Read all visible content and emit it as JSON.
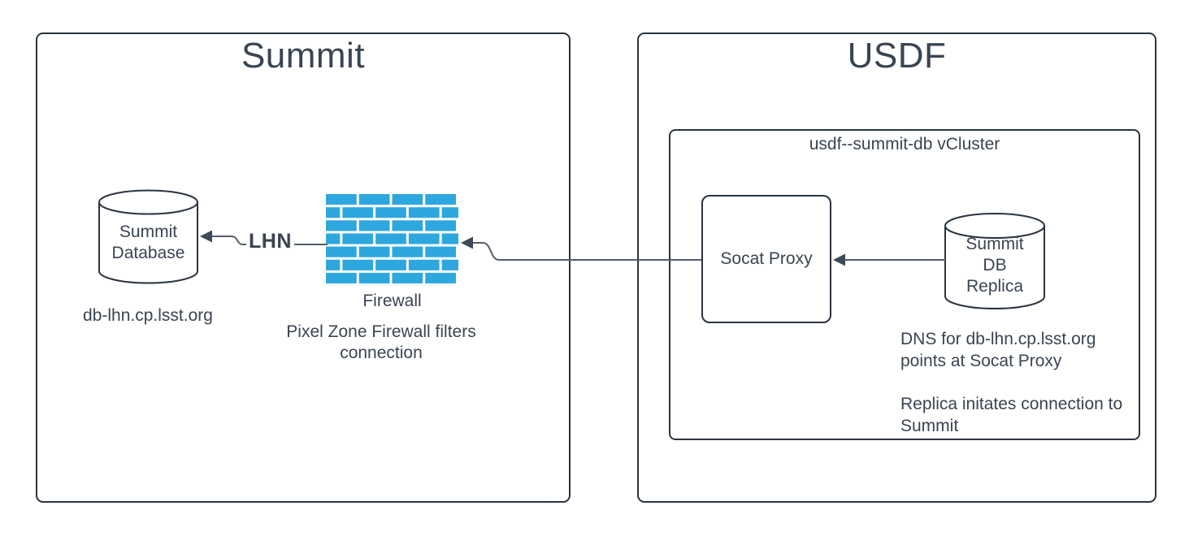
{
  "summit": {
    "title": "Summit",
    "database": {
      "label_lines": [
        "Summit",
        "Database"
      ],
      "hostname": "db-lhn.cp.lsst.org"
    },
    "firewall": {
      "label": "Firewall",
      "caption_lines": [
        "Pixel Zone Firewall filters",
        "connection"
      ]
    },
    "lhn_link_label": "LHN"
  },
  "usdf": {
    "title": "USDF",
    "vcluster": {
      "label": "usdf--summit-db vCluster",
      "socat_proxy": {
        "label": "Socat Proxy"
      },
      "replica_db": {
        "label_lines": [
          "Summit",
          "DB",
          "Replica"
        ]
      },
      "notes": {
        "dns_lines": [
          "DNS for db-lhn.cp.lsst.org",
          "points at Socat Proxy"
        ],
        "replica_lines": [
          "Replica initates connection to",
          "Summit"
        ]
      }
    }
  },
  "colors": {
    "stroke": "#2b3440",
    "text": "#3a4452",
    "connector": "#555e6a",
    "arrow": "#3f4957",
    "brick": "#2ea7df"
  }
}
